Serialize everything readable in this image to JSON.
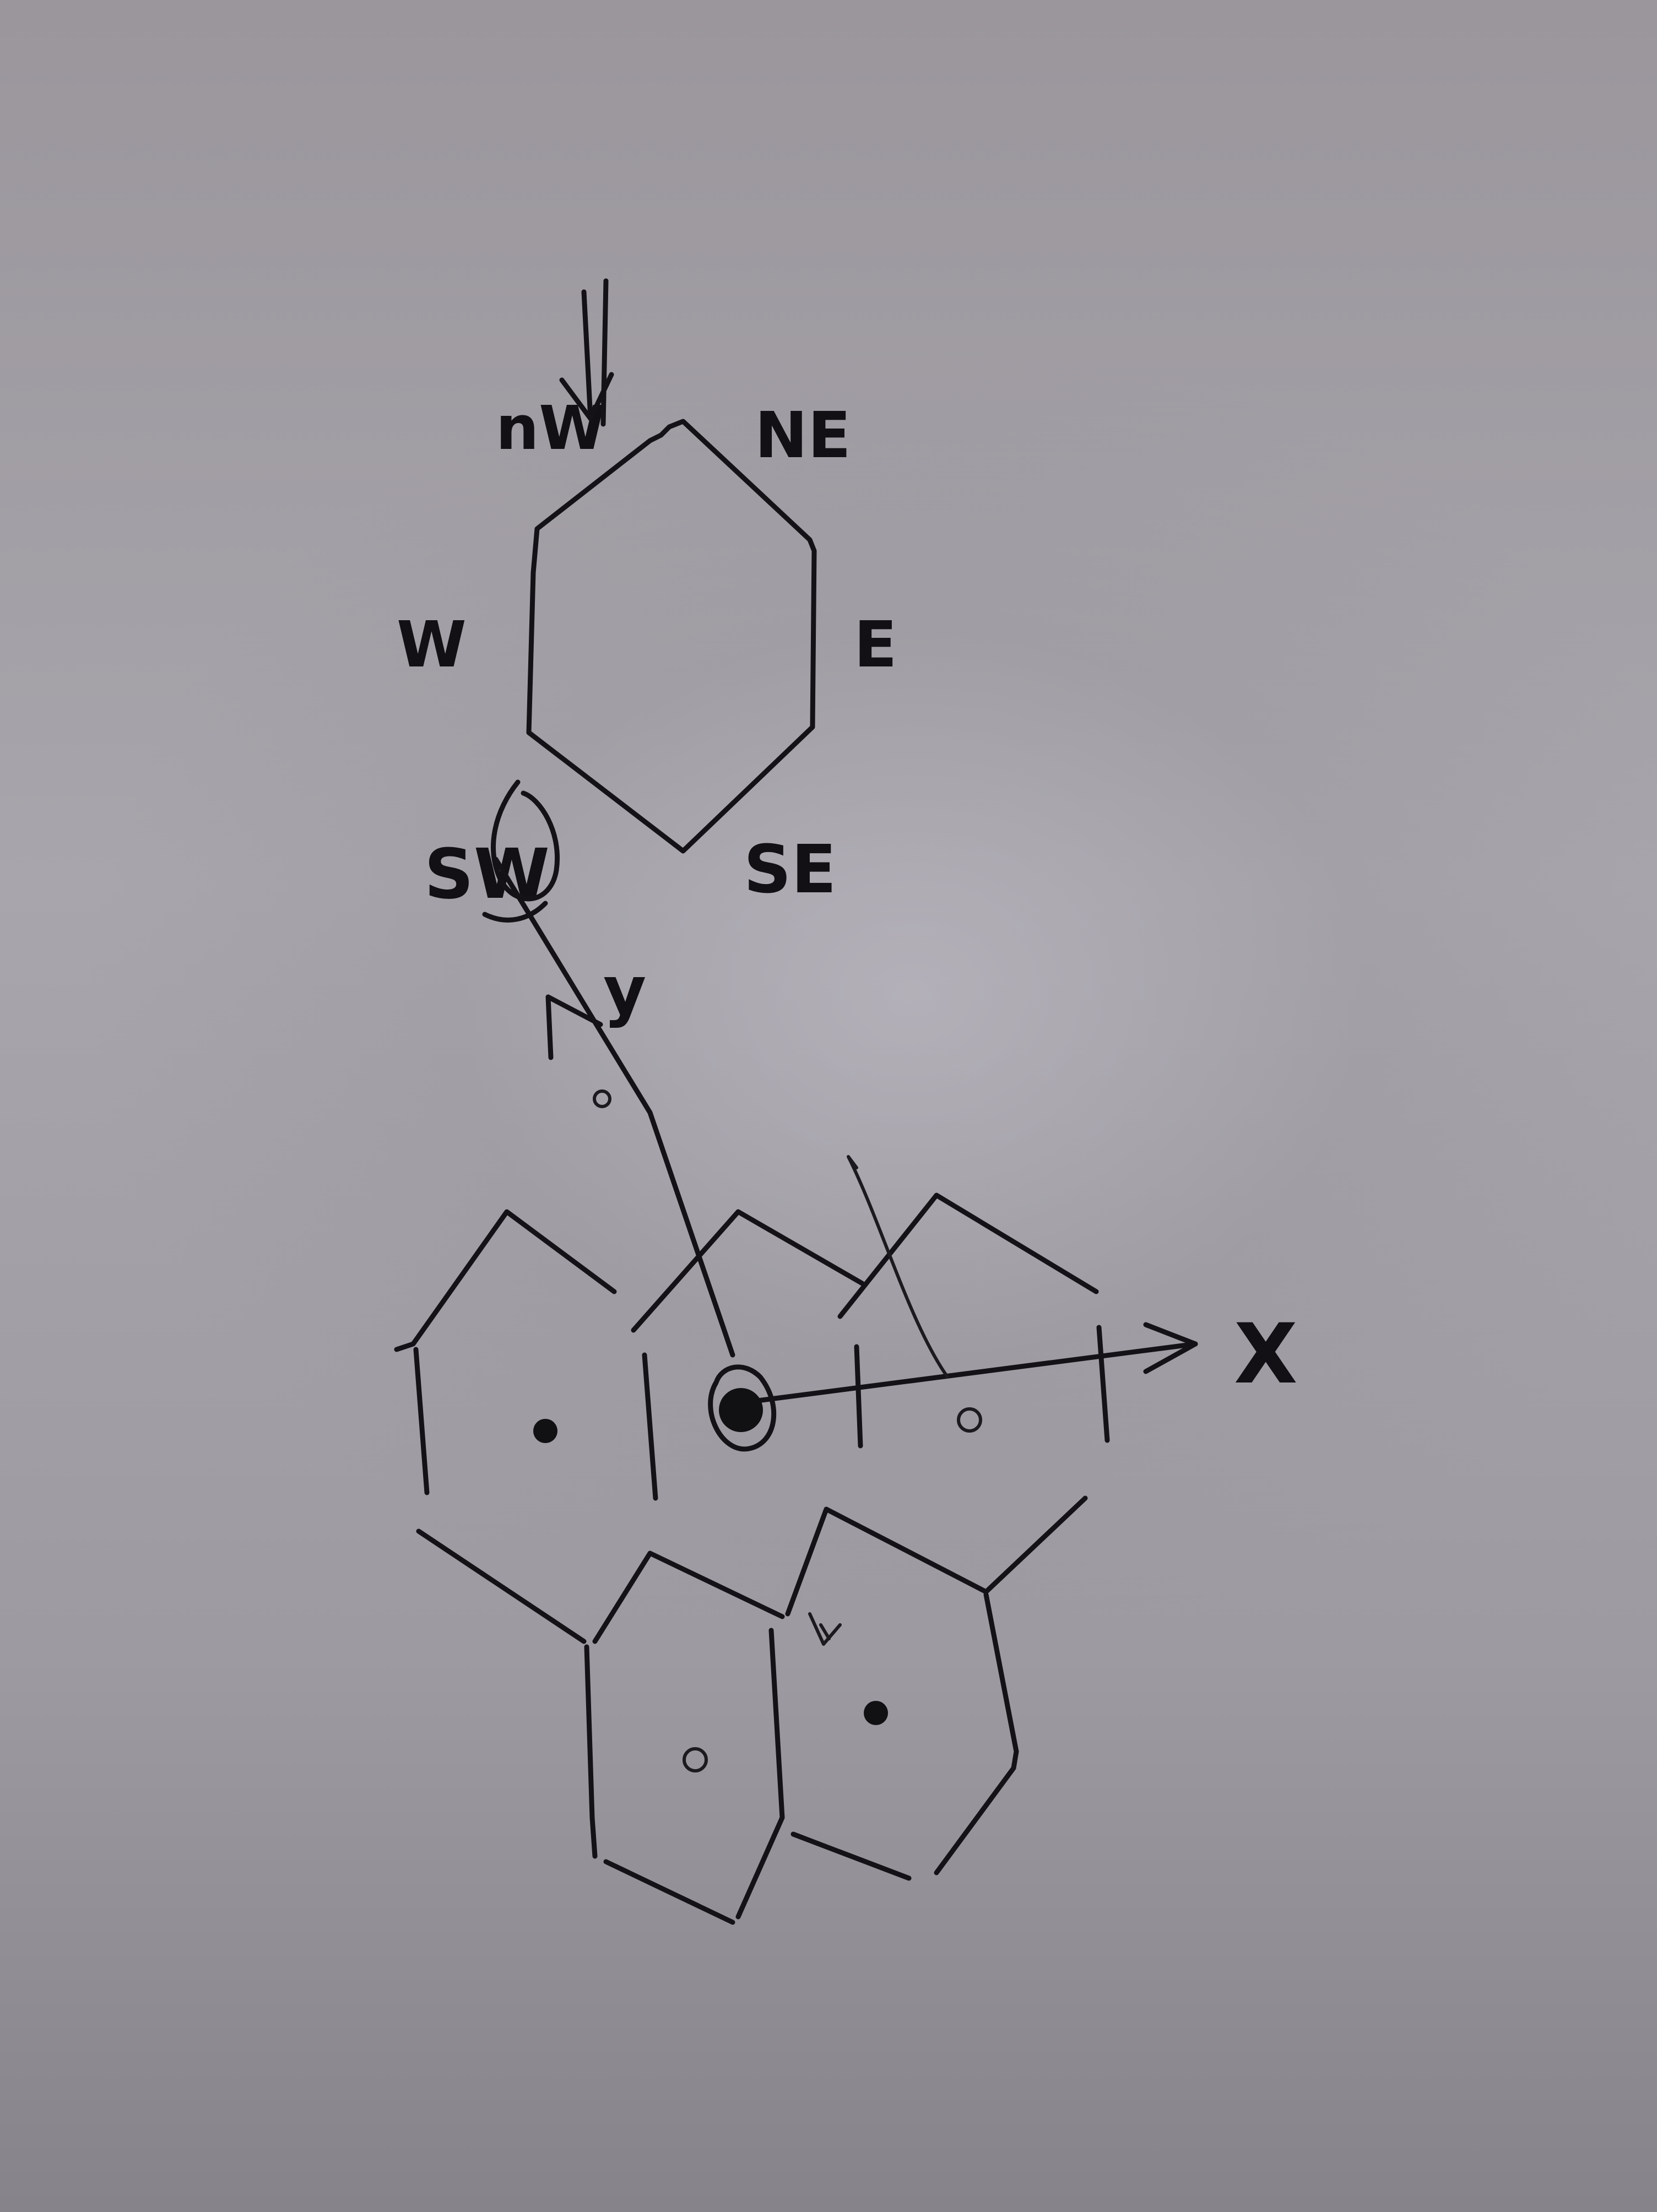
{
  "diagram": {
    "direction_labels": {
      "nw": "nW",
      "ne": "NE",
      "w": "W",
      "e": "E",
      "sw": "SW",
      "se": "SE"
    },
    "axis_labels": {
      "x": "X",
      "y": "y"
    },
    "colors": {
      "paper": "#a8a5ac",
      "ink": "#141216"
    }
  }
}
